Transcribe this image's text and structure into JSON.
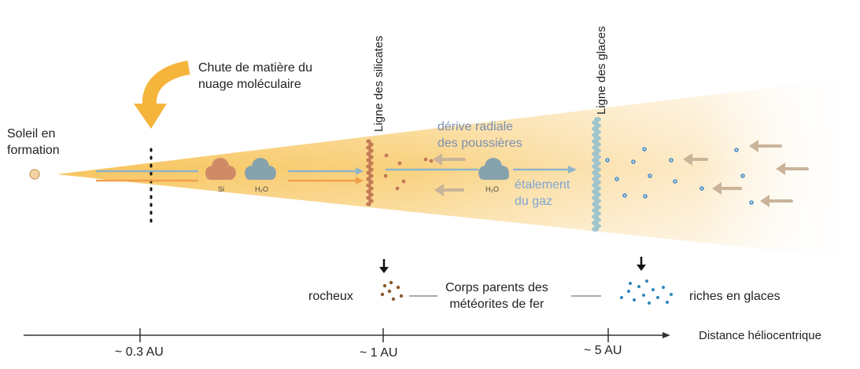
{
  "labels": {
    "sun": "Soleil en\nformation",
    "infall": "Chute de matière du\nnuage moléculaire",
    "silicate_line": "Ligne des silicates",
    "ice_line": "Ligne des glaces",
    "dust_drift": "dérive radiale\ndes poussières",
    "gas_spread": "étalement\ndu gaz",
    "si_cloud": "Si",
    "h2o_cloud_1": "H₂O",
    "h2o_cloud_2": "H₂O",
    "rocky": "rocheux",
    "parent_bodies": "Corps parents des\nmétéorites de fer",
    "ice_rich": "riches en glaces",
    "axis_title": "Distance héliocentrique"
  },
  "axis_ticks": [
    "~ 0.3 AU",
    "~ 1 AU",
    "~ 5 AU"
  ],
  "colors": {
    "disk": "#f8c866",
    "infall_arrow": "#f5b53d",
    "silicate": "#c47a55",
    "ice": "#9fc4cc",
    "dust_arrow": "#c9b49a",
    "gas_arrow": "#8fa8b8",
    "rocky_dots": "#8a5a2b",
    "ice_dots": "#2f86b8",
    "sun": "#f3d3a4"
  }
}
